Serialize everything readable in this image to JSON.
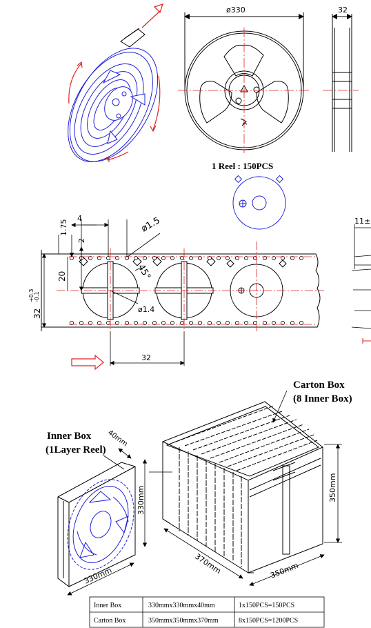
{
  "colors": {
    "line": "#000000",
    "blue": "#1f1fd6",
    "red": "#e02020",
    "bg": "#ffffff"
  },
  "reel": {
    "diameter_label": "ø330",
    "width_label": "32",
    "quantity_label": "1 Reel : 150PCS"
  },
  "tape": {
    "pitch_4": "4",
    "offset_2": "2",
    "edge_175": "1.75",
    "hole_15": "ø1.5",
    "angle_45": "45°",
    "hole_14": "ø1.4",
    "row_20": "20",
    "width_32": "32",
    "width_tol": "32",
    "tol_upper": "+0.3",
    "tol_lower": "-0.1",
    "pitch_32": "32",
    "cover_partial": "11±"
  },
  "boxes": {
    "carton_title": "Carton Box",
    "carton_sub": "(8 Inner Box)",
    "inner_title": "Inner Box",
    "inner_sub": "(1Layer Reel)",
    "inner_depth": "40mm",
    "inner_height": "330mm",
    "inner_width": "330mm",
    "carton_length": "370mm",
    "carton_width": "350mm",
    "carton_height": "350mm"
  },
  "spec_table": {
    "rows": [
      {
        "name": "Inner Box",
        "size": "330mmx330mmx40mm",
        "qty": "1x150PCS=150PCS"
      },
      {
        "name": "Carton Box",
        "size": "350mmx350mmx370mm",
        "qty": "8x150PCS=1200PCS"
      }
    ]
  }
}
